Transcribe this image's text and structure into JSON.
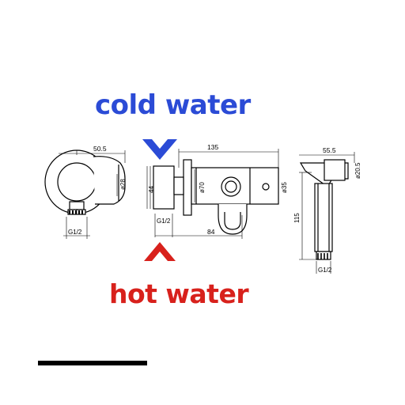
{
  "labels": {
    "cold_water": "cold water",
    "hot_water": "hot water"
  },
  "colors": {
    "cold": "#2b4bd6",
    "hot": "#d8211c",
    "line": "#000000"
  },
  "dimensions": {
    "side_width": "50.5",
    "side_dia": "ø28",
    "side_thread": "G1/2",
    "front_length": "135",
    "front_height": "44",
    "front_thread": "G1/2",
    "front_dia_left": "ø70",
    "front_dia_right": "ø35",
    "front_bottom": "84",
    "hand_width": "55.5",
    "hand_dia": "ø20.5",
    "hand_length": "115",
    "hand_thread": "G1/2"
  }
}
